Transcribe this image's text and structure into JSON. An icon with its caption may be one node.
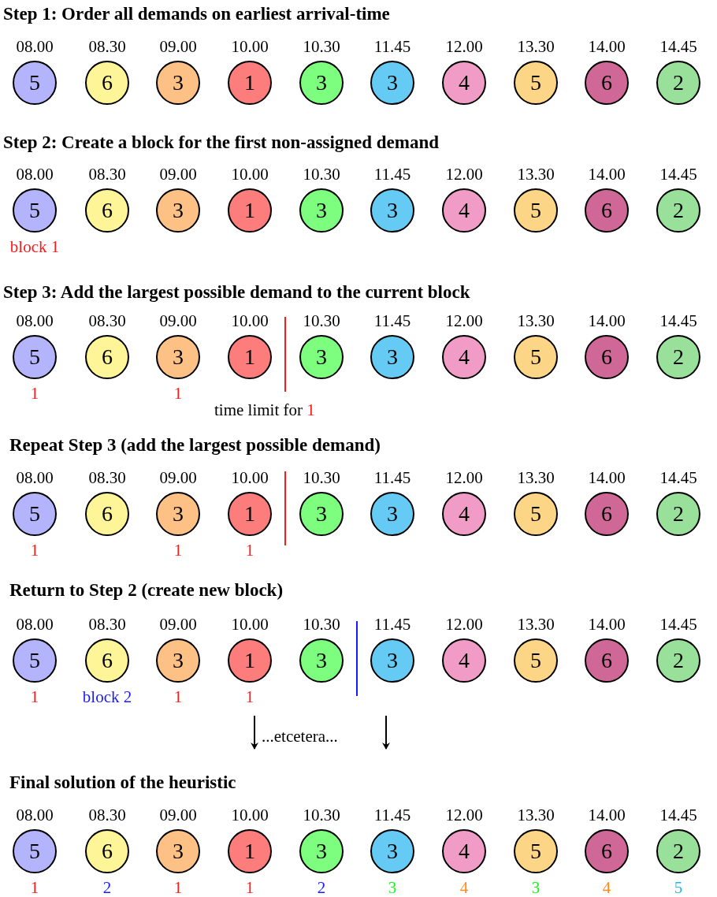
{
  "diagram": {
    "nodes": [
      {
        "text": [
          "5"
        ],
        "beside": [
          "08.00"
        ]
      },
      {
        "text": [
          "6"
        ],
        "beside": [
          "08.30"
        ]
      },
      {
        "text": [
          "3"
        ],
        "beside": [
          "09.00"
        ]
      },
      {
        "text": [
          "1"
        ],
        "beside": [
          "10.00"
        ]
      },
      {
        "text": [
          "3"
        ],
        "beside": [
          "10.30"
        ]
      },
      {
        "text": [
          "3"
        ],
        "beside": [
          "11.45"
        ]
      },
      {
        "text": [
          "4"
        ],
        "beside": [
          "12.00"
        ]
      },
      {
        "text": [
          "5"
        ],
        "beside": [
          "13.30"
        ]
      },
      {
        "text": [
          "6"
        ],
        "beside": [
          "14.00"
        ]
      },
      {
        "text": [
          "2"
        ],
        "beside": [
          "14.45"
        ]
      },
      {
        "text": [
          "5"
        ],
        "beside": [
          "08.00",
          "block 1"
        ]
      },
      {
        "text": [
          "6"
        ],
        "beside": [
          "08.30"
        ]
      },
      {
        "text": [
          "3"
        ],
        "beside": [
          "09.00"
        ]
      },
      {
        "text": [
          "1"
        ],
        "beside": [
          "10.00"
        ]
      },
      {
        "text": [
          "3"
        ],
        "beside": [
          "10.30"
        ]
      },
      {
        "text": [
          "3"
        ],
        "beside": [
          "11.45"
        ]
      },
      {
        "text": [
          "4"
        ],
        "beside": [
          "12.00"
        ]
      },
      {
        "text": [
          "5"
        ],
        "beside": [
          "13.30"
        ]
      },
      {
        "text": [
          "6"
        ],
        "beside": [
          "14.00"
        ]
      },
      {
        "text": [
          "2"
        ],
        "beside": [
          "14.45"
        ]
      },
      {
        "text": [
          "5"
        ],
        "beside": [
          "08.00",
          "1"
        ]
      },
      {
        "text": [
          "6"
        ],
        "beside": [
          "08.30"
        ]
      },
      {
        "text": [
          "3"
        ],
        "beside": [
          "09.00",
          "1"
        ]
      },
      {
        "text": [
          "1"
        ],
        "beside": [
          "10.00"
        ]
      },
      {
        "text": [
          "3"
        ],
        "beside": [
          "10.30"
        ]
      },
      {
        "text": [
          "3"
        ],
        "beside": [
          "11.45"
        ]
      },
      {
        "text": [
          "4"
        ],
        "beside": [
          "12.00"
        ]
      },
      {
        "text": [
          "5"
        ],
        "beside": [
          "13.30"
        ]
      },
      {
        "text": [
          "6"
        ],
        "beside": [
          "14.00"
        ]
      },
      {
        "text": [
          "2"
        ],
        "beside": [
          "14.45"
        ]
      },
      {
        "text": [
          "5"
        ],
        "beside": [
          "08.00",
          "1"
        ]
      },
      {
        "text": [
          "6"
        ],
        "beside": [
          "08.30"
        ]
      },
      {
        "text": [
          "3"
        ],
        "beside": [
          "09.00",
          "1"
        ]
      },
      {
        "text": [
          "1"
        ],
        "beside": [
          "10.00",
          "1"
        ]
      },
      {
        "text": [
          "3"
        ],
        "beside": [
          "10.30"
        ]
      },
      {
        "text": [
          "3"
        ],
        "beside": [
          "11.45"
        ]
      },
      {
        "text": [
          "4"
        ],
        "beside": [
          "12.00"
        ]
      },
      {
        "text": [
          "5"
        ],
        "beside": [
          "13.30"
        ]
      },
      {
        "text": [
          "6"
        ],
        "beside": [
          "14.00"
        ]
      },
      {
        "text": [
          "2"
        ],
        "beside": [
          "14.45"
        ]
      },
      {
        "text": [
          "5"
        ],
        "beside": [
          "08.00",
          "1"
        ]
      },
      {
        "text": [
          "6"
        ],
        "beside": [
          "08.30",
          "block 2"
        ]
      },
      {
        "text": [
          "3"
        ],
        "beside": [
          "09.00",
          "1"
        ]
      },
      {
        "text": [
          "1"
        ],
        "beside": [
          "10.00",
          "1"
        ]
      },
      {
        "text": [
          "3"
        ],
        "beside": [
          "10.30"
        ]
      },
      {
        "text": [
          "3"
        ],
        "beside": [
          "11.45"
        ]
      },
      {
        "text": [
          "4"
        ],
        "beside": [
          "12.00"
        ]
      },
      {
        "text": [
          "5"
        ],
        "beside": [
          "13.30"
        ]
      },
      {
        "text": [
          "6"
        ],
        "beside": [
          "14.00"
        ]
      },
      {
        "text": [
          "2"
        ],
        "beside": [
          "14.45"
        ]
      },
      {
        "text": [
          "5"
        ],
        "beside": [
          "08.00",
          "1"
        ]
      },
      {
        "text": [
          "6"
        ],
        "beside": [
          "08.30",
          "2"
        ]
      },
      {
        "text": [
          "3"
        ],
        "beside": [
          "09.00",
          "1"
        ]
      },
      {
        "text": [
          "1"
        ],
        "beside": [
          "10.00",
          "1"
        ]
      },
      {
        "text": [
          "3"
        ],
        "beside": [
          "10.30",
          "2"
        ]
      },
      {
        "text": [
          "3"
        ],
        "beside": [
          "11.45",
          "3"
        ]
      },
      {
        "text": [
          "4"
        ],
        "beside": [
          "12.00",
          "4"
        ]
      },
      {
        "text": [
          "5"
        ],
        "beside": [
          "13.30",
          "3"
        ]
      },
      {
        "text": [
          "6"
        ],
        "beside": [
          "14.00",
          "4"
        ]
      },
      {
        "text": [
          "2"
        ],
        "beside": [
          "14.45",
          "5"
        ]
      }
    ],
    "labels": [
      "Step 1: Order all demands on earliest arrival-time",
      "Step 2: Create a block for the first non-assigned demand",
      "Step 3: Add the largest possible demand to the current block",
      "time limit for 1",
      "Repeat Step 3 (add the largest possible demand)",
      "Return to Step 2 (create new block)",
      "...etcetera...",
      "Final solution of the heuristic"
    ]
  }
}
